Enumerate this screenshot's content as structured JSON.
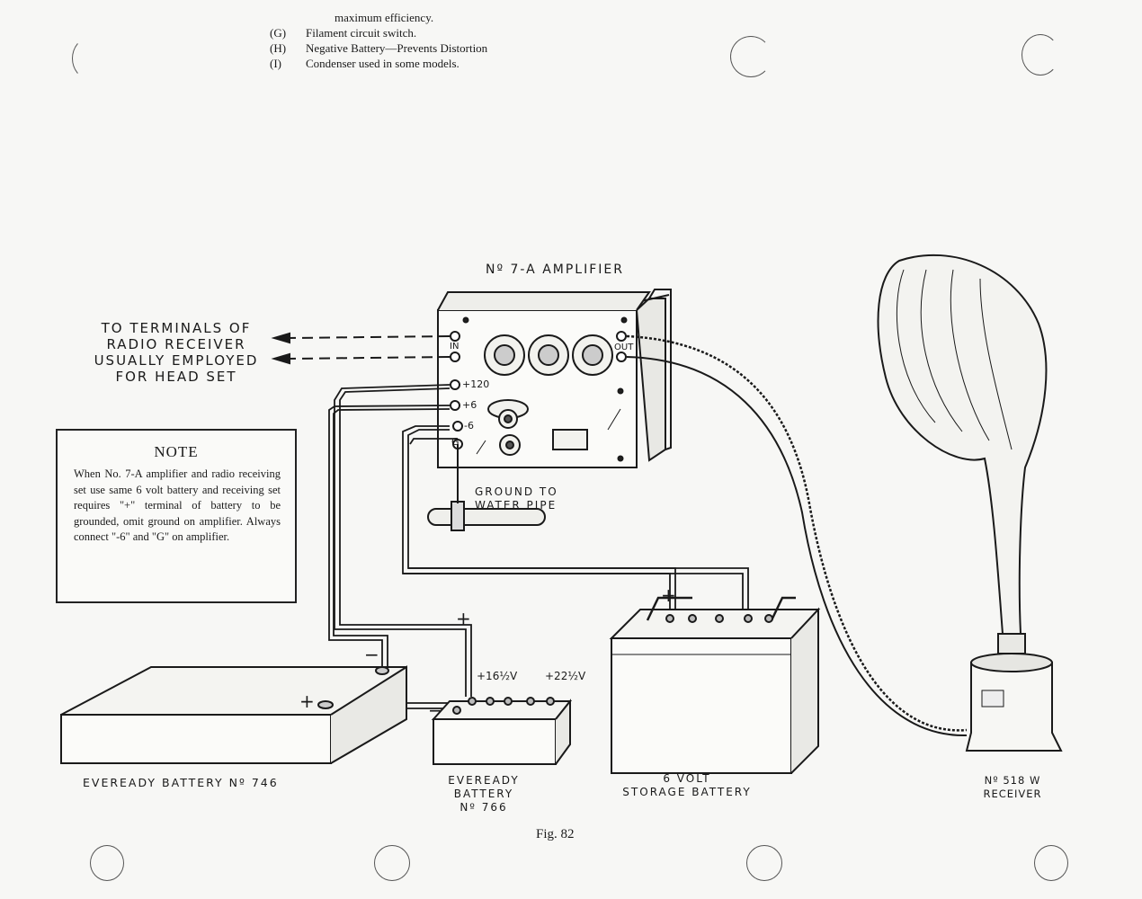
{
  "legend": [
    {
      "key": "",
      "text": "maximum efficiency."
    },
    {
      "key": "(G)",
      "text": "Filament circuit switch."
    },
    {
      "key": "(H)",
      "text": "Negative Battery—Prevents Distortion"
    },
    {
      "key": "(I)",
      "text": "Condenser used in some models."
    }
  ],
  "amplifier": {
    "title": "Nº 7-A AMPLIFIER",
    "in_label": "IN",
    "out_label": "OUT",
    "terminals": [
      "+120",
      "+6",
      "-6",
      "G"
    ]
  },
  "radio_note": {
    "lines": [
      "TO TERMINALS OF",
      "RADIO RECEIVER",
      "USUALLY EMPLOYED",
      "FOR HEAD SET"
    ]
  },
  "note": {
    "title": "NOTE",
    "body": "When No. 7-A amplifier and radio receiving set use same 6 volt battery and receiving set requires \"+\" terminal of battery to be grounded, omit ground on amplifier. Always connect \"-6\" and \"G\" on amplifier."
  },
  "ground": {
    "lines": [
      "GROUND TO",
      "WATER PIPE"
    ]
  },
  "batteries": {
    "b746": {
      "label": "EVEREADY BATTERY Nº 746"
    },
    "b766": {
      "lines": [
        "EVEREADY",
        "BATTERY",
        "Nº 766"
      ],
      "tap1": "+16½V",
      "tap2": "+22½V"
    },
    "storage": {
      "lines": [
        "6 VOLT",
        "STORAGE BATTERY"
      ]
    }
  },
  "receiver": {
    "lines": [
      "Nº 518 W",
      "RECEIVER"
    ]
  },
  "polarity": {
    "plus": "+",
    "minus": "−"
  },
  "figure": {
    "caption": "Fig. 82"
  }
}
